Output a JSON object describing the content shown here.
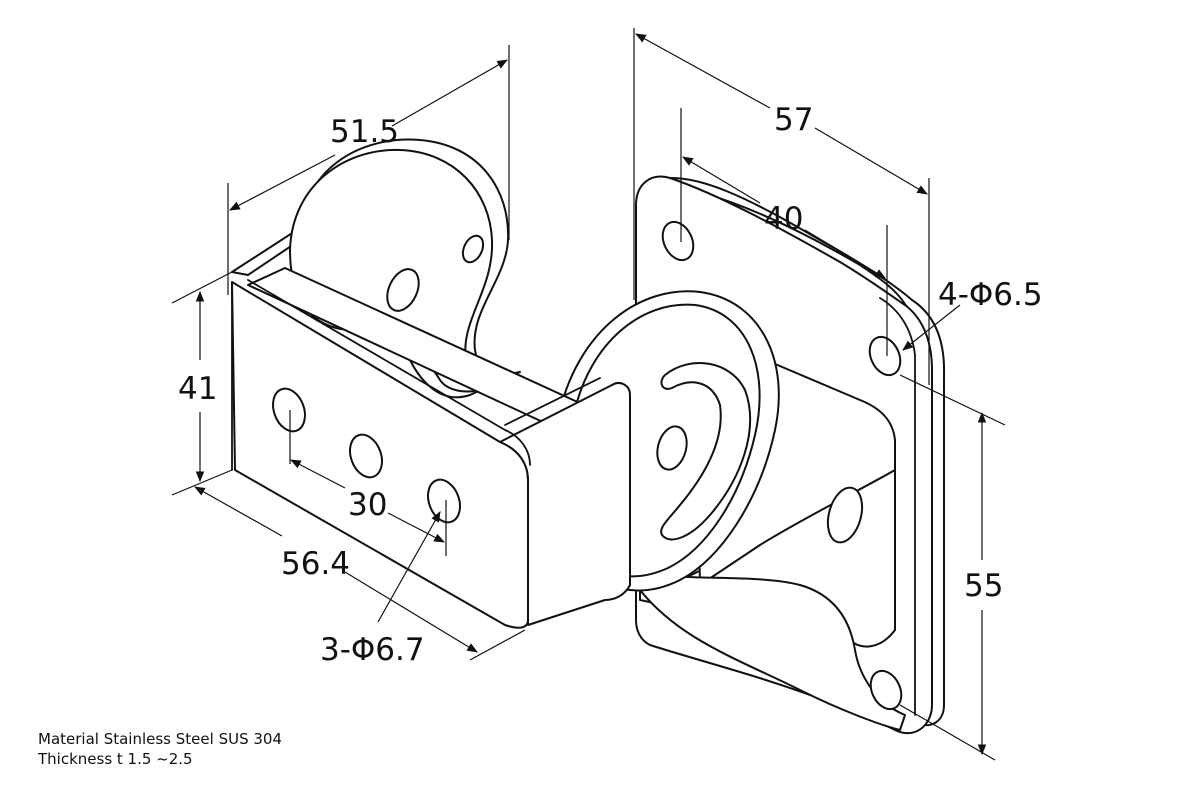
{
  "dimensions": {
    "d_51_5": "51.5",
    "d_57": "57",
    "d_40": "40",
    "d_41": "41",
    "d_30": "30",
    "d_56_4": "56.4",
    "d_55": "55",
    "holes_4": "4-Φ6.5",
    "holes_3": "3-Φ6.7"
  },
  "notes": {
    "material": "Material Stainless Steel SUS 304",
    "thickness": "Thickness t 1.5 ~2.5"
  }
}
